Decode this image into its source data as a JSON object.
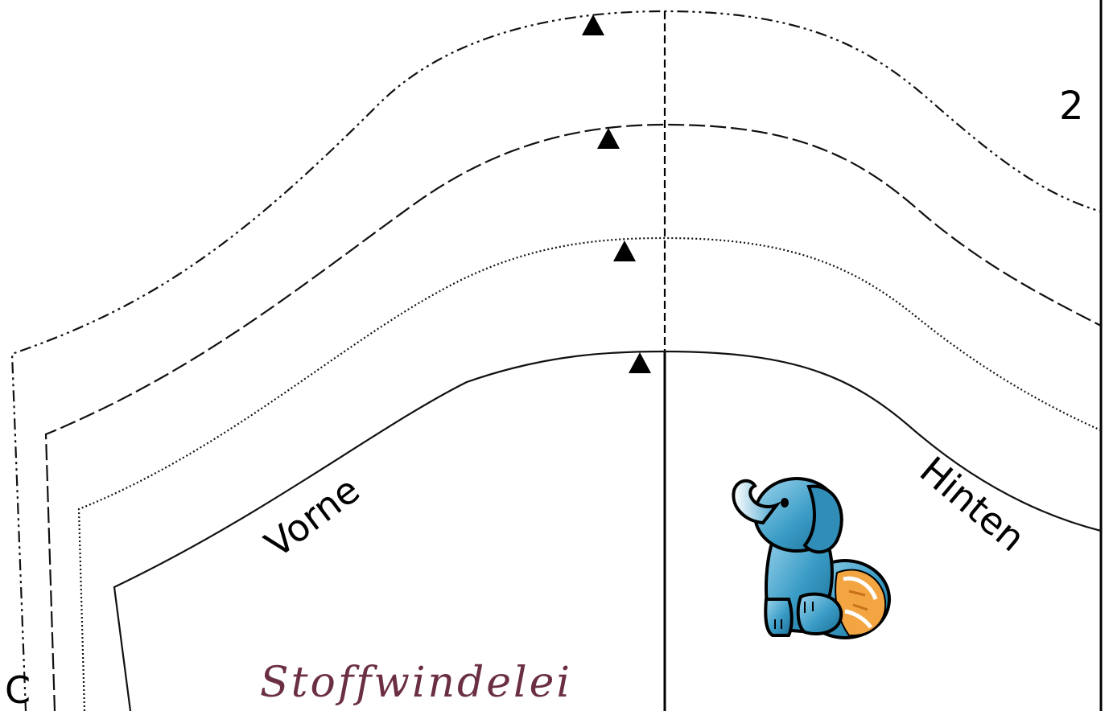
{
  "sheet": {
    "page_number": "2",
    "corner_letter": "C",
    "label_front": "Vorne",
    "label_back": "Hinten",
    "brand": "Stoffwindelei"
  },
  "colors": {
    "line": "#111111",
    "brand": "#6b2f43",
    "elephant_light": "#7fc4e4",
    "elephant_dark": "#1f7fa8",
    "diaper_orange": "#f2a541"
  },
  "size_lines": [
    {
      "style": "dash-dot-dot"
    },
    {
      "style": "long-dash"
    },
    {
      "style": "dotted"
    },
    {
      "style": "solid"
    }
  ],
  "icons": {
    "mascot": "elephant-icon",
    "notch": "triangle-notch-icon"
  }
}
